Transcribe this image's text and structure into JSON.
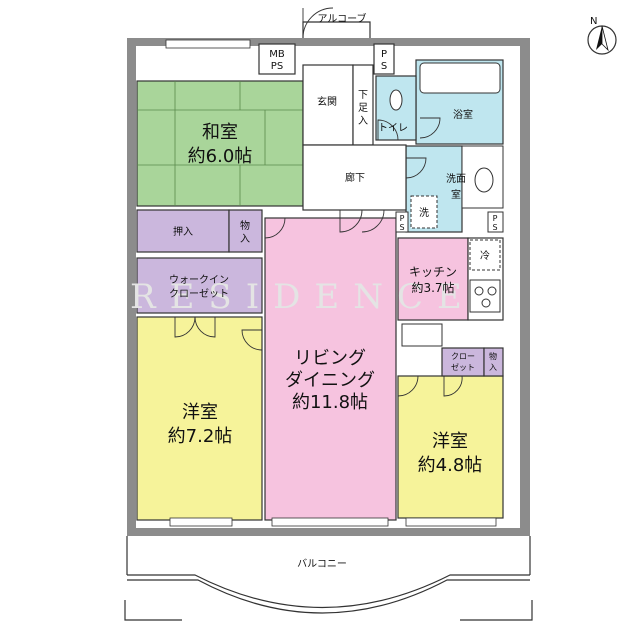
{
  "rooms": {
    "washitsu": {
      "name": "和室",
      "area": "約6.0帖",
      "color": "#a9d59a"
    },
    "living": {
      "name1": "リビング",
      "name2": "ダイニング",
      "area": "約11.8帖",
      "color": "#f6c3df"
    },
    "western_left": {
      "name": "洋室",
      "area": "約7.2帖",
      "color": "#f6f39a"
    },
    "western_right": {
      "name": "洋室",
      "area": "約4.8帖",
      "color": "#f6f39a"
    },
    "kitchen": {
      "name": "キッチン",
      "area": "約3.7帖",
      "color": "#f6c3df"
    },
    "bath": {
      "name": "浴室",
      "color": "#bfe6ef"
    },
    "toilet": {
      "name": "トイレ",
      "color": "#bfe6ef"
    },
    "washroom": {
      "name1": "洗面",
      "name2": "室",
      "color": "#bfe6ef"
    }
  },
  "labels": {
    "alcove": "アルコーブ",
    "mbps1": "MB",
    "mbps2": "PS",
    "ps1": "P",
    "ps2": "S",
    "entrance": "玄関",
    "getabako": "下足入",
    "hallway": "廊下",
    "oshiire": "押入",
    "monoire": "物入",
    "walkin1": "ウォークイン",
    "walkin2": "クローゼット",
    "closet1": "クロー",
    "closet2": "ゼット",
    "balcony": "バルコニー",
    "washer": "洗",
    "fridge": "冷",
    "north": "N"
  },
  "storage_color": "#cbb7dd",
  "watermark": "RESIDENCE"
}
